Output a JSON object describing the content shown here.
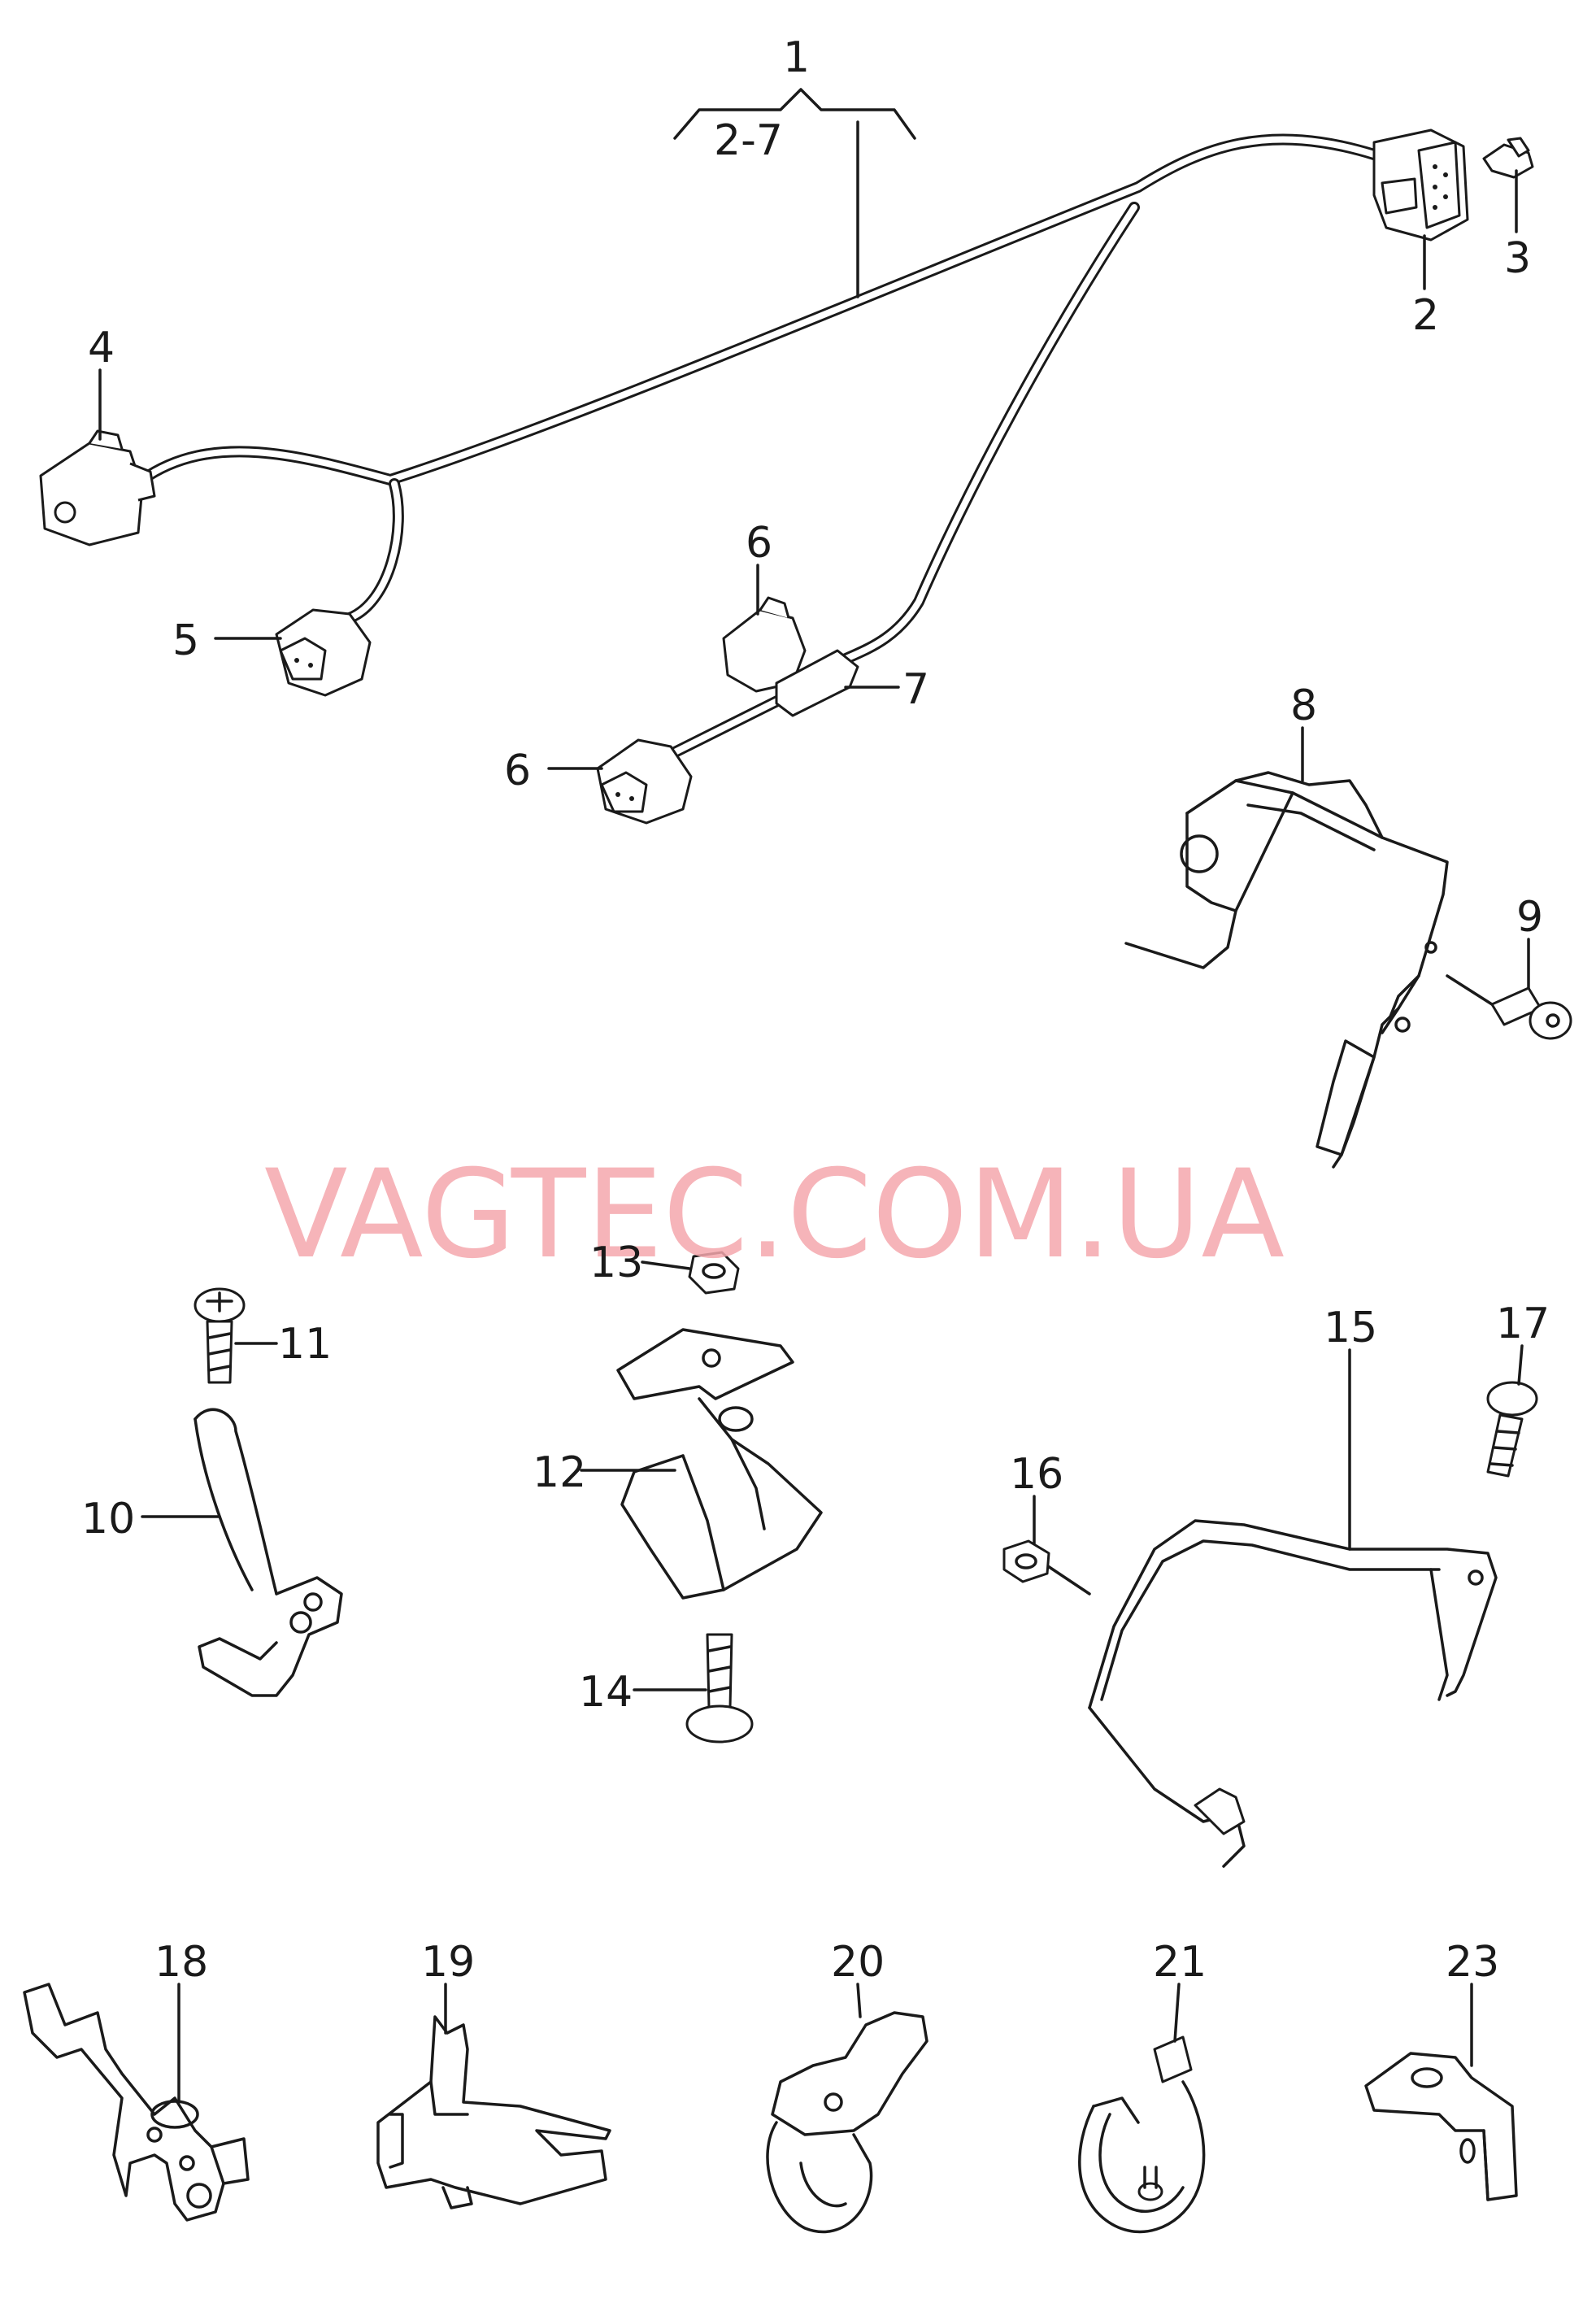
{
  "diagram": {
    "watermark": {
      "text": "VAGTEC.COM.UA",
      "color": "#f4a7ad"
    },
    "line_color": "#1a1a1a",
    "callouts": {
      "c1": "1",
      "c1_range": "2-7",
      "c2": "2",
      "c3": "3",
      "c4": "4",
      "c5": "5",
      "c6a": "6",
      "c6b": "6",
      "c7": "7",
      "c8": "8",
      "c9": "9",
      "c10": "10",
      "c11": "11",
      "c12": "12",
      "c13": "13",
      "c14": "14",
      "c15": "15",
      "c16": "16",
      "c17": "17",
      "c18": "18",
      "c19": "19",
      "c20": "20",
      "c21": "21",
      "c23": "23"
    },
    "parts": [
      {
        "id": "wiring-harness",
        "icon": "wiring-harness-icon"
      },
      {
        "id": "multi-pin-connector",
        "icon": "connector-icon"
      },
      {
        "id": "clip",
        "icon": "clip-icon"
      },
      {
        "id": "bracket",
        "icon": "bracket-icon"
      },
      {
        "id": "bolt",
        "icon": "bolt-icon"
      },
      {
        "id": "nut",
        "icon": "nut-icon"
      }
    ]
  }
}
